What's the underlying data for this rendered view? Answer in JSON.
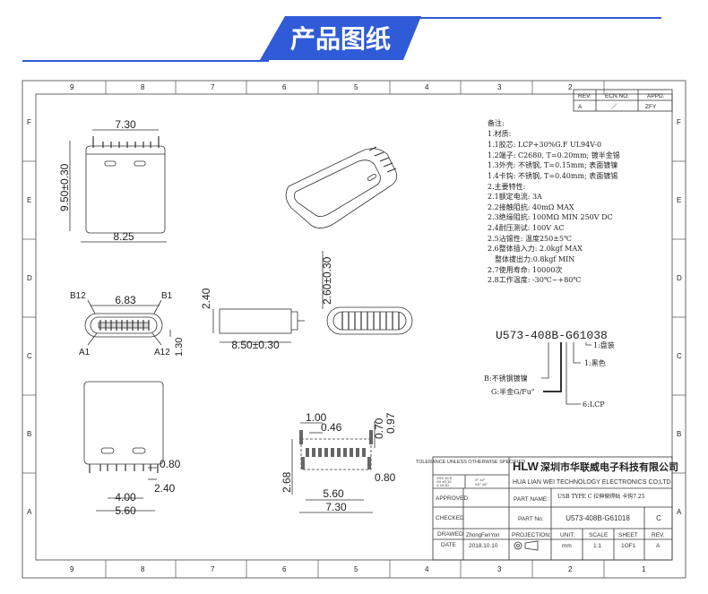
{
  "banner": {
    "title": "产品图纸",
    "color": "#2f5bd8"
  },
  "frame": {
    "columns": [
      "9",
      "8",
      "7",
      "6",
      "5",
      "4",
      "3",
      "2",
      "1"
    ],
    "rows": [
      "F",
      "E",
      "D",
      "C",
      "B",
      "A"
    ]
  },
  "rev_table": {
    "headers": [
      "REV.",
      "ECN.NO.",
      "APPD."
    ],
    "values": [
      "A",
      "／",
      "ZFY"
    ]
  },
  "notes": [
    "备注:",
    "1.材质:",
    "1.1胶芯: LCP+30%G.F UL94V-0",
    "1.2端子: C2680, T=0.20mm; 镀半金锡",
    "1.3外壳: 不锈钢, T=0.15mm; 表面镀镍",
    "1.4卡钩: 不锈钢, T=0.40mm; 表面镀锡",
    "2.主要特性:",
    "2.1额定电流: 3A",
    "2.2接触阻抗: 40mΩ MAX",
    "2.3绝缘阻抗: 100MΩ MIN 250V DC",
    "2.4耐压测试: 100V AC",
    "2.5沾锡性: 温度250±5℃",
    "2.6整体插入力: 2.0kgf MAX",
    "   整体拔出力:0.8kgf MIN",
    "2.7使用寿命: 10000次",
    "2.8工作温度: -30℃~+80℃"
  ],
  "part_code": {
    "code": "U573-408B-G61038",
    "legend": [
      "1:盘装",
      "1:黑色",
      "B:不锈钢镀镍",
      "G:半金G/Fu\"",
      "6:LCP"
    ]
  },
  "dims": {
    "top_width": "7.30",
    "side_height": "9.50±0.30",
    "bottom_width": "8.25",
    "b12": "B12",
    "b1": "B1",
    "a1": "A1",
    "a12": "A12",
    "pin_span": "6.83",
    "front_h": "1.30",
    "side_h": "2.40",
    "side_len": "8.50±0.30",
    "rear_h": "2.60±0.30",
    "bv_080": "0.80",
    "bv_240": "2.40",
    "bv_400": "4.00",
    "bv_560": "5.60",
    "fp_100": "1.00",
    "fp_046": "0.46",
    "fp_070": "0.70",
    "fp_097": "0.97",
    "fp_080": "0.80",
    "fp_268": "2.68",
    "fp_560": "5.60",
    "fp_730": "7.30"
  },
  "title_block": {
    "tolerance_title": "TOLERANCE UNLESS OTHERWISE SPECIFIED",
    "tol_left": [
      "XXX ±0.5",
      "XX ±0.10",
      "X ±0.30"
    ],
    "tol_right": [
      "X° ±2°",
      "XX° ±5°"
    ],
    "logo": "HLW",
    "company_cn": "深圳市华联威电子科技有限公司",
    "company_en": "HUA LIAN WEI TECHNOLOGY ELECTRONICS CO;LTD.",
    "approved_label": "APPROVED",
    "checked_label": "CHECKED",
    "drawed_label": "DRAWED",
    "date_label": "DATE",
    "drawed_value": "ZhongFenYon",
    "date_value": "2018.10.10",
    "part_name_label": "PART NAME:",
    "part_name_value": "USB TYPE C 拉伸铆焊贴 卡钩7.25",
    "part_no_label": "PART No:",
    "part_no_value": "U573-408B-G61018",
    "part_no_rev": "C",
    "projection_label": "PROJECTION:",
    "unit_label": "UNIT:",
    "scale_label": "SCALE",
    "sheet_label": "SHEET",
    "rev_label": "REV.",
    "unit_value": "mm",
    "scale_value": "1:1",
    "sheet_value": "1OF1",
    "rev_value": "A"
  }
}
